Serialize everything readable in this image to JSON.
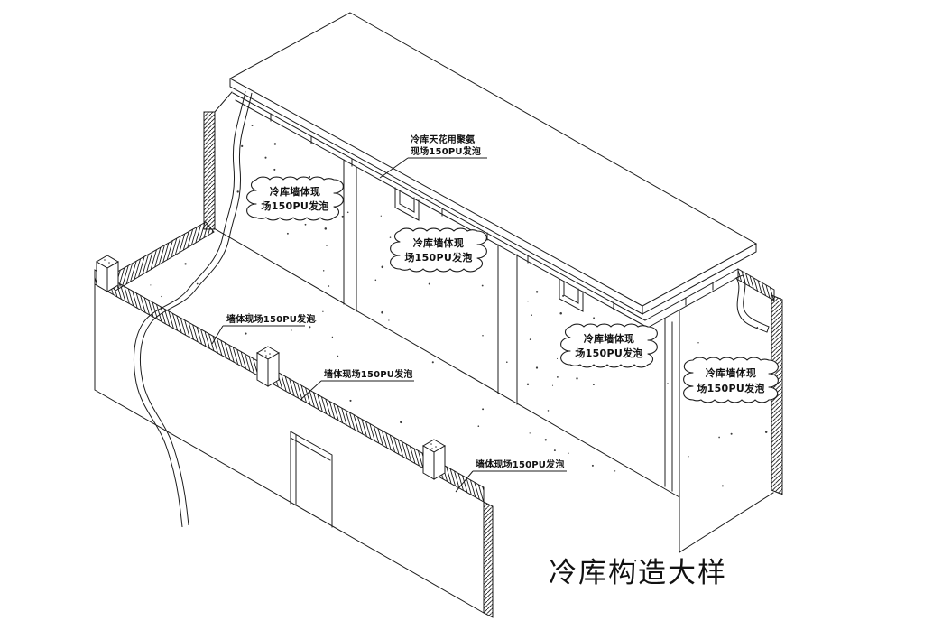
{
  "drawing": {
    "title": "冷库构造大样",
    "background": "#ffffff",
    "line_color": "#1c1c1c"
  },
  "callouts": {
    "ceiling": {
      "line1": "冷库天花用聚氨",
      "line2": "现场150PU发泡"
    },
    "clouds": [
      {
        "line1": "冷库墙体现",
        "line2": "场150PU发泡"
      },
      {
        "line1": "冷库墙体现",
        "line2": "场150PU发泡"
      },
      {
        "line1": "冷库墙体现",
        "line2": "场150PU发泡"
      },
      {
        "line1": "冷库墙体现",
        "line2": "场150PU发泡"
      }
    ],
    "leaders": [
      {
        "label": "墙体现场150PU发泡"
      },
      {
        "label": "墙体现场150PU发泡"
      },
      {
        "label": "墙体现场150PU发泡"
      }
    ]
  }
}
